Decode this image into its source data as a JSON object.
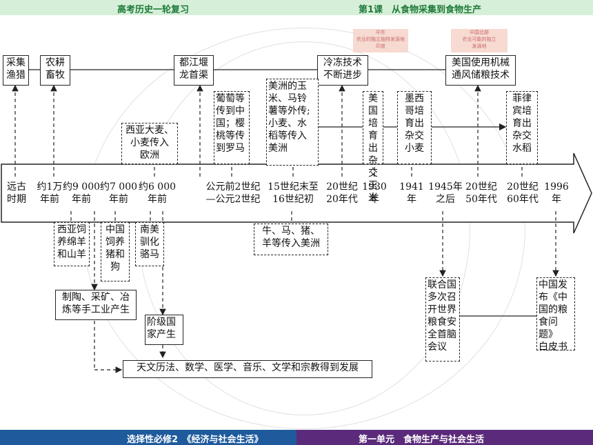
{
  "header": {
    "left_title": "高考历史一轮复习",
    "right_title": "第1课　从食物采集到食物生产"
  },
  "footer": {
    "left_text": "选择性必修2　《经济与社会生活》",
    "right_text": "第一单元　食物生产与社会生活"
  },
  "stamps": {
    "s1": "中东\n农业的独立独特发源地\n印度",
    "s2": "中国北部\n农业可能的独立\n发源地"
  },
  "top_boxes": {
    "a": "采集\n渔猎",
    "b": "农耕\n畜牧",
    "c": "都江堰\n龙首渠",
    "d": "冷冻技术\n不断进步",
    "e": "美国使用机械\n通风储粮技术"
  },
  "upper_boxes": {
    "barley": "西亚大麦、\n小麦传入\n欧洲",
    "grape": "葡萄等\n传到中\n国；樱\n桃等传\n到罗马",
    "americas": "美洲的玉\n米、马铃\n薯等外传;\n小麦、水\n稻等传入\n美洲",
    "corn": "美国\n培育\n出杂\n交玉\n米",
    "mexico": "墨西\n哥培\n育出\n杂交\n小麦",
    "rice": "菲律\n宾培\n育出\n杂交\n水稻"
  },
  "timeline": [
    "远古\n时期",
    "约1万\n年前",
    "约9 000\n年前",
    "约7 000\n年前",
    "约6 000\n年前",
    "公元前2世纪\n—公元2世纪",
    "15世纪末至\n16世纪初",
    "20世纪\n20年代",
    "1930\n年",
    "1941\n年",
    "1945年\n之后",
    "20世纪\n50年代",
    "20世纪\n60年代",
    "1996\n年"
  ],
  "lower_boxes": {
    "sheep": "西亚饲\n养绵羊\n和山羊",
    "pig": "中国\n饲养\n猪和\n狗",
    "llama": "南美\n驯化\n骆马",
    "cattle": "牛、马、猪、\n羊等传入美洲",
    "craft": "制陶、采矿、冶\n炼等手工业产生",
    "state": "阶级国\n家产生",
    "culture": "天文历法、数学、医学、音乐、文学和宗教得到发展",
    "un": "联合国\n多次召\n开世界\n粮食安\n全首脑\n会议",
    "china": "中国发\n布《中\n国的粮\n食问题》\n白皮书"
  }
}
